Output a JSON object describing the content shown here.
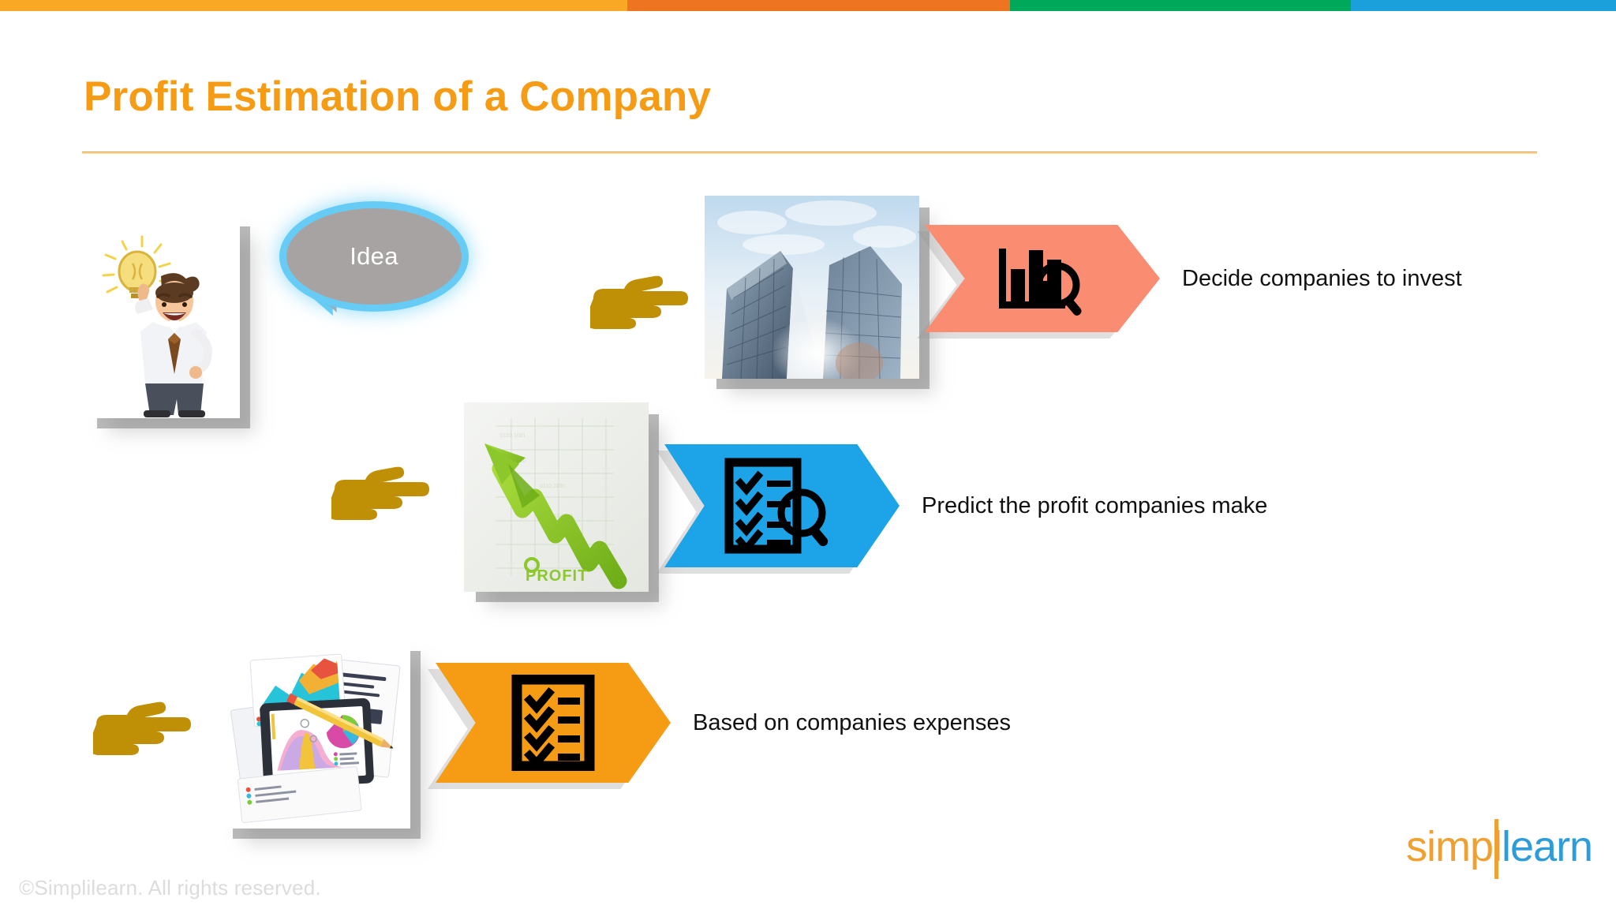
{
  "topbar": {
    "segments": [
      {
        "name": "amber",
        "color": "#F9A825"
      },
      {
        "name": "orange",
        "color": "#EE7422"
      },
      {
        "name": "green",
        "color": "#00A859"
      },
      {
        "name": "blue",
        "color": "#1BA0DB"
      }
    ]
  },
  "header": {
    "title": "Profit Estimation of a Company",
    "title_color": "#F59B14",
    "rule_color": "#E8A33D"
  },
  "illustrations": {
    "idea_man": "businessman-with-lightbulb-idea-illustration",
    "skyscrapers": "office-skyscrapers-photo",
    "profit_chart": "green-profit-arrow-chart-photo",
    "tablet_reports": "tablet-with-charts-and-reports-photo"
  },
  "bubble": {
    "text": "Idea",
    "fill": "#A8A3A3",
    "glow": "#66CCF5",
    "text_color": "#FFFFFF"
  },
  "hand_icon": {
    "name": "pointing-hand-icon",
    "color": "#BF8F05"
  },
  "steps": [
    {
      "label": "Decide companies to invest",
      "chevron_color": "#FA8C71",
      "icon": "bar-chart-magnifier-icon",
      "image": "skyscrapers"
    },
    {
      "label": "Predict the profit companies make",
      "chevron_color": "#1CA3E8",
      "icon": "checklist-magnifier-icon",
      "image": "profit_chart"
    },
    {
      "label": "Based on companies expenses",
      "chevron_color": "#F59B14",
      "icon": "checklist-icon",
      "image": "tablet_reports"
    }
  ],
  "footer": {
    "copyright": "©Simplilearn. All rights reserved.",
    "copyright_color": "#DCDCDC"
  },
  "logo": {
    "part_one": "simpl",
    "part_two": "learn",
    "part_one_color": "#F0A030",
    "part_two_color": "#2D9CD8"
  }
}
